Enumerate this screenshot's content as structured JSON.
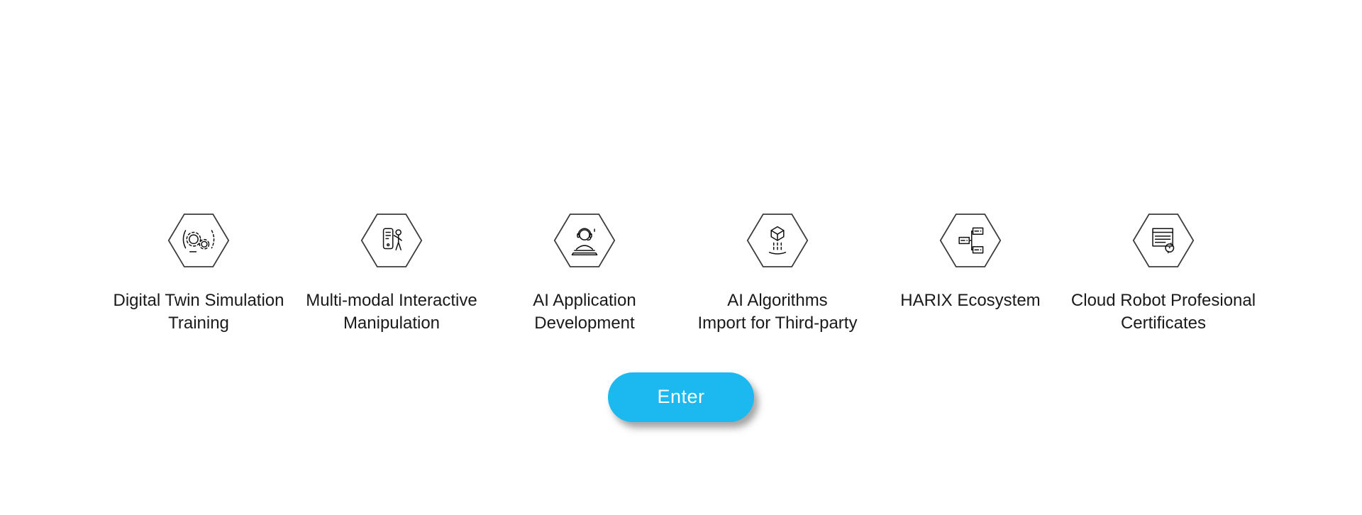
{
  "page": {
    "background_color": "#ffffff",
    "accent_color": "#1cb8f0"
  },
  "features": {
    "items": [
      {
        "id": "digital-twin-simulation-training",
        "label": "Digital Twin Simulation\nTraining",
        "icon": "digital-twin-icon"
      },
      {
        "id": "multi-modal-interactive-manipulation",
        "label": "Multi-modal Interactive\nManipulation",
        "icon": "multimodal-manipulation-icon"
      },
      {
        "id": "ai-application-development",
        "label": "AI Application\nDevelopment",
        "icon": "ai-application-icon"
      },
      {
        "id": "ai-algorithms-import-third-party",
        "label": "AI Algorithms\nImport for Third-party",
        "icon": "ai-algorithms-icon"
      },
      {
        "id": "harix-ecosystem",
        "label": "HARIX Ecosystem",
        "icon": "harix-ecosystem-icon"
      },
      {
        "id": "cloud-robot-profesional-certificates",
        "label": "Cloud Robot Profesional\nCertificates",
        "icon": "certificates-icon"
      }
    ]
  },
  "cta": {
    "enter_label": "Enter"
  }
}
